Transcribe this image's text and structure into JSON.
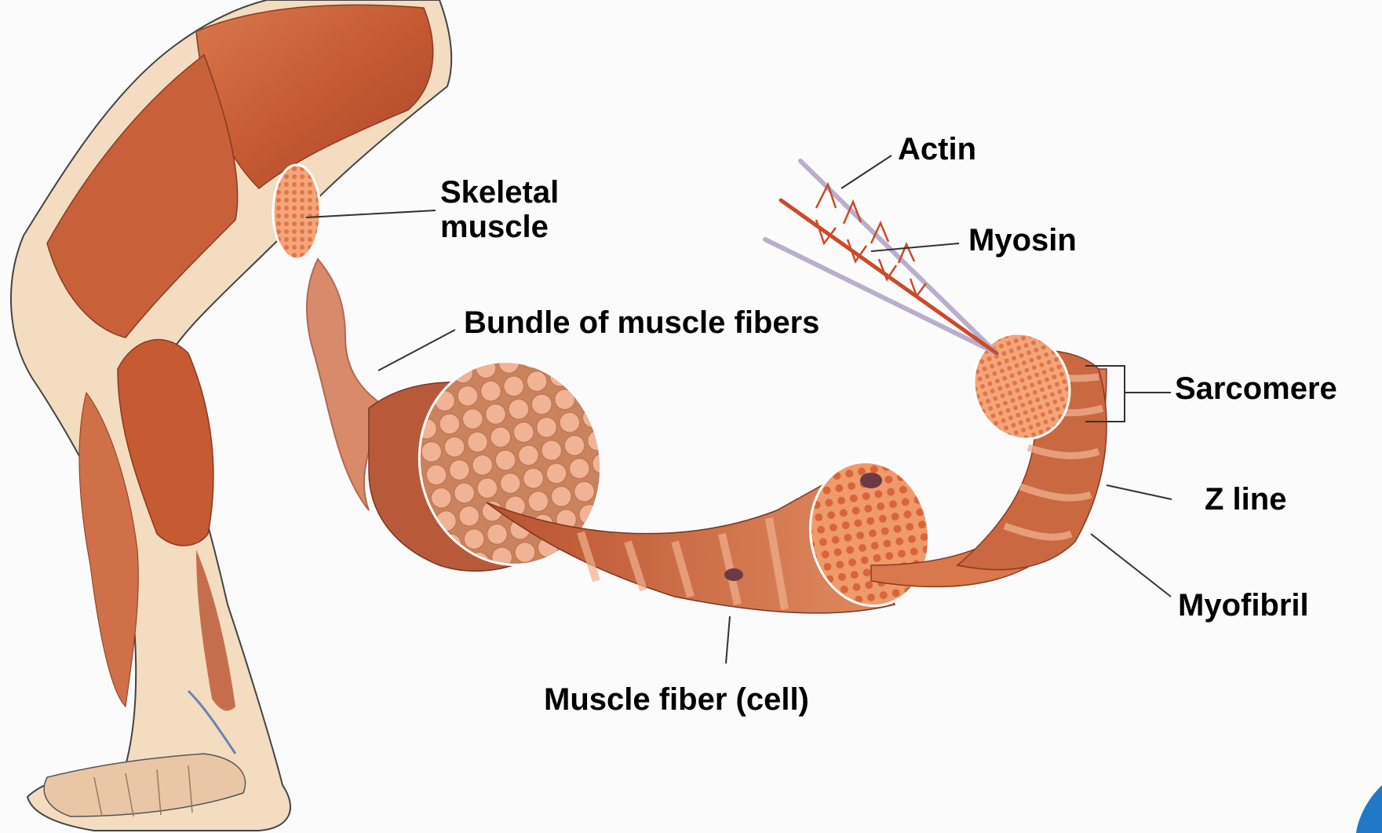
{
  "labels": {
    "actin": "Actin",
    "skeletal_line1": "Skeletal",
    "skeletal_line2": "muscle",
    "myosin": "Myosin",
    "bundle": "Bundle of muscle fibers",
    "sarcomere": "Sarcomere",
    "z_line": "Z line",
    "myofibril": "Myofibril",
    "muscle_fiber": "Muscle fiber (cell)"
  },
  "colors": {
    "muscle_dark": "#b84e2c",
    "muscle_mid": "#d9774d",
    "muscle_light": "#f0b08f",
    "tendon": "#f3dcc0",
    "leader_line": "#333333",
    "background": "#fbfbfb",
    "accent_corner": "#1f78c8"
  }
}
